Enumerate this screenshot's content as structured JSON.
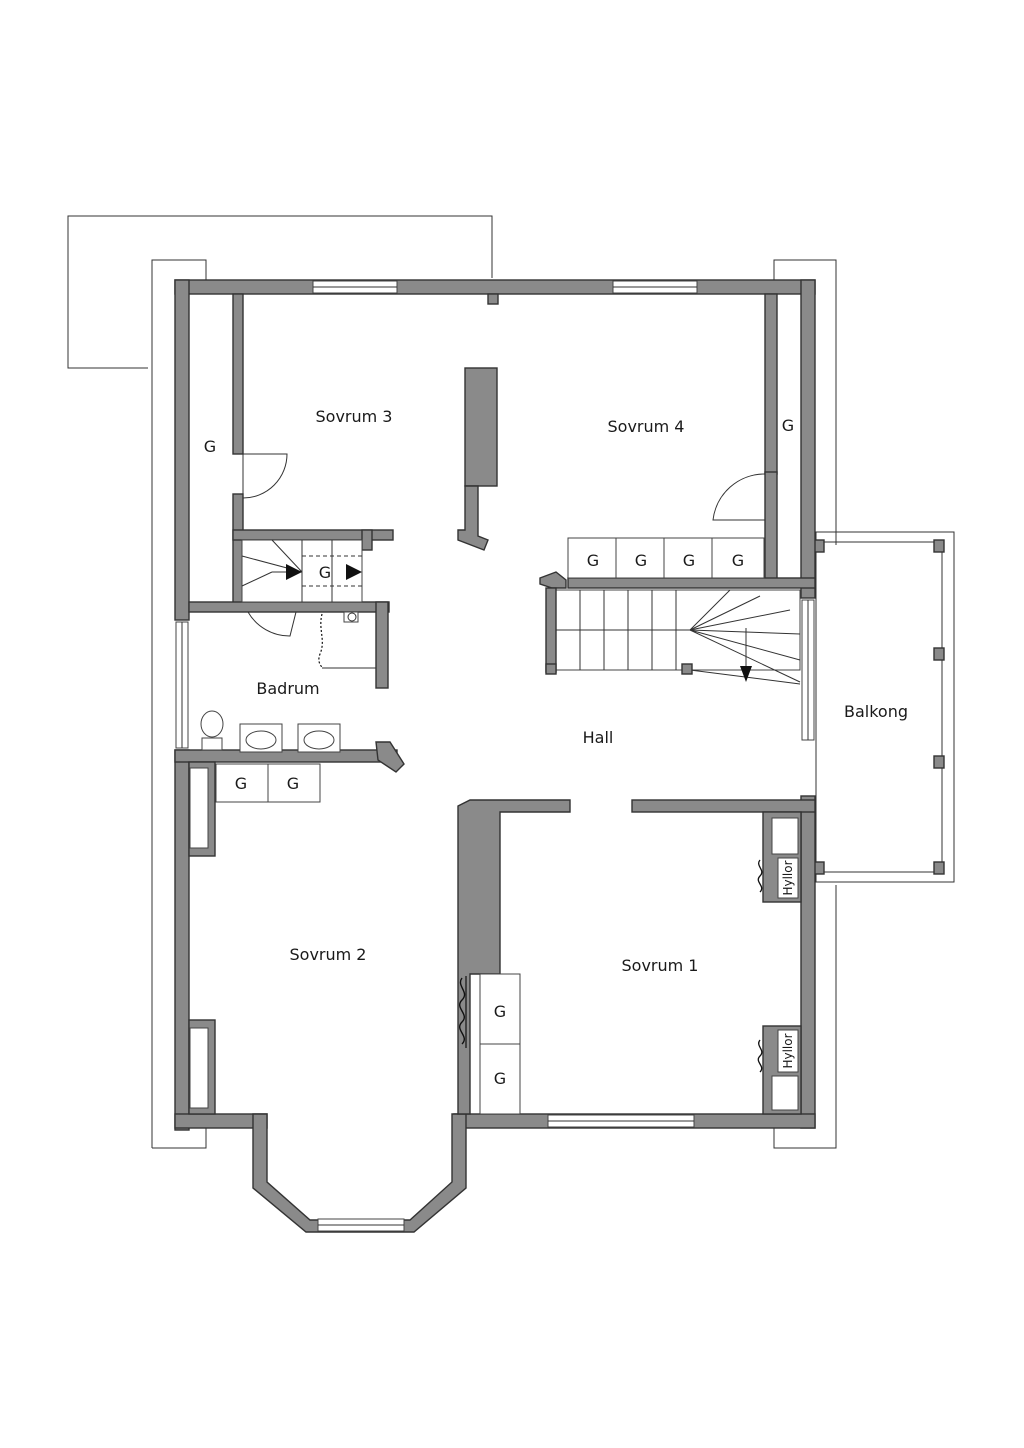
{
  "rooms": {
    "sovrum3": "Sovrum 3",
    "sovrum4": "Sovrum 4",
    "sovrum2": "Sovrum 2",
    "sovrum1": "Sovrum 1",
    "badrum": "Badrum",
    "hall": "Hall",
    "balkong": "Balkong"
  },
  "storage": {
    "g": "G",
    "hyllor": "Hyllor"
  },
  "colors": {
    "wall": "#8a8a8a",
    "outline": "#333333",
    "background": "#ffffff"
  }
}
